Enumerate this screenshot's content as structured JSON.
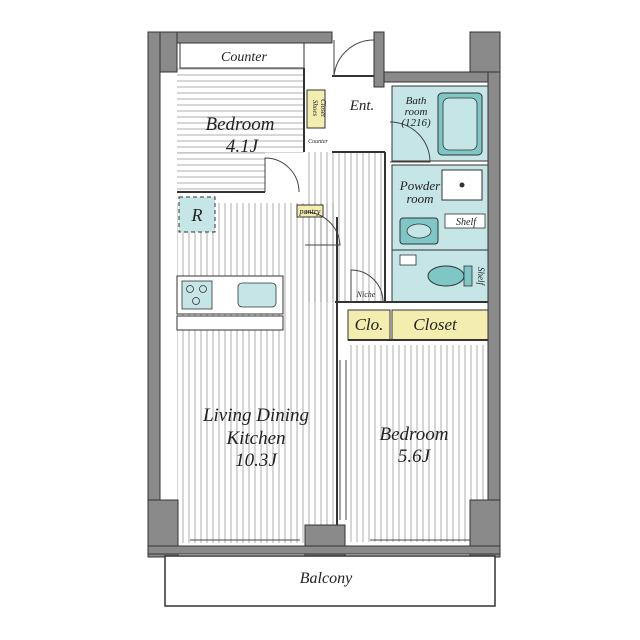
{
  "rooms": {
    "counter_top": "Counter",
    "bedroom_small_name": "Bedroom",
    "bedroom_small_size": "4.1J",
    "shoes_closet_line1": "Shoes",
    "shoes_closet_line2": "Closet",
    "counter_small": "Counter",
    "entrance": "Ent.",
    "bathroom_line1": "Bath",
    "bathroom_line2": "room",
    "bathroom_line3": "(1216)",
    "powder_line1": "Powder",
    "powder_line2": "room",
    "shelf_powder": "Shelf",
    "shelf_toilet": "Shelf",
    "refrigerator": "R",
    "pantry": "pantry",
    "niche": "Niche",
    "clo": "Clo.",
    "closet": "Closet",
    "ldk_line1": "Living Dining",
    "ldk_line2": "Kitchen",
    "ldk_size": "10.3J",
    "bedroom_large_name": "Bedroom",
    "bedroom_large_size": "5.6J",
    "balcony": "Balcony"
  },
  "colors": {
    "wall": "#8a8a8a",
    "wet_area": "#c5e5e6",
    "closet": "#f4edb0",
    "fixture": "#7fc6c6",
    "floor_line": "#777777"
  }
}
